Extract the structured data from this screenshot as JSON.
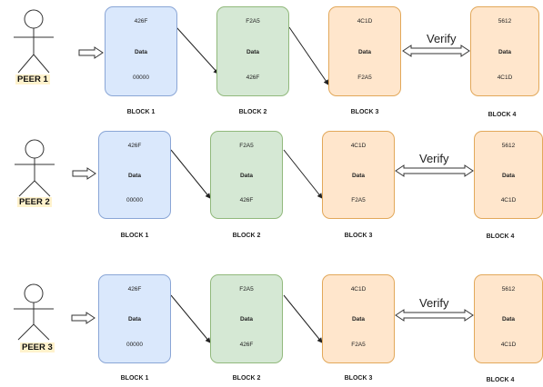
{
  "peers": [
    {
      "label": "PEER 1",
      "verify": "Verify",
      "blocks": [
        {
          "top": "426F",
          "middle": "Data",
          "bottom": "00000",
          "caption": "BLOCK 1",
          "color": "#dae8fc"
        },
        {
          "top": "F2A5",
          "middle": "Data",
          "bottom": "426F",
          "caption": "BLOCK 2",
          "color": "#d5e8d4"
        },
        {
          "top": "4C1D",
          "middle": "Data",
          "bottom": "F2A5",
          "caption": "BLOCK 3",
          "color": "#ffe6cc"
        },
        {
          "top": "5612",
          "middle": "Data",
          "bottom": "4C1D",
          "caption": "BLOCK 4",
          "color": "#ffe6cc"
        }
      ]
    },
    {
      "label": "PEER 2",
      "verify": "Verify",
      "blocks": [
        {
          "top": "426F",
          "middle": "Data",
          "bottom": "00000",
          "caption": "BLOCK 1",
          "color": "#dae8fc"
        },
        {
          "top": "F2A5",
          "middle": "Data",
          "bottom": "426F",
          "caption": "BLOCK 2",
          "color": "#d5e8d4"
        },
        {
          "top": "4C1D",
          "middle": "Data",
          "bottom": "F2A5",
          "caption": "BLOCK 3",
          "color": "#ffe6cc"
        },
        {
          "top": "5612",
          "middle": "Data",
          "bottom": "4C1D",
          "caption": "BLOCK 4",
          "color": "#ffe6cc"
        }
      ]
    },
    {
      "label": "PEER 3",
      "verify": "Verify",
      "blocks": [
        {
          "top": "426F",
          "middle": "Data",
          "bottom": "00000",
          "caption": "BLOCK 1",
          "color": "#dae8fc"
        },
        {
          "top": "F2A5",
          "middle": "Data",
          "bottom": "426F",
          "caption": "BLOCK 2",
          "color": "#d5e8d4"
        },
        {
          "top": "4C1D",
          "middle": "Data",
          "bottom": "F2A5",
          "caption": "BLOCK 3",
          "color": "#ffe6cc"
        },
        {
          "top": "5612",
          "middle": "Data",
          "bottom": "4C1D",
          "caption": "BLOCK 4",
          "color": "#ffe6cc"
        }
      ]
    }
  ]
}
